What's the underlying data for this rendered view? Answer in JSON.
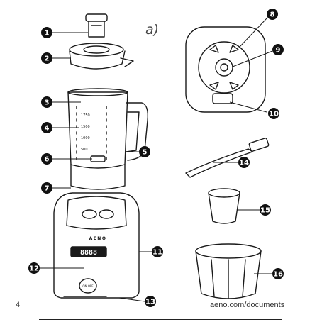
{
  "page": {
    "section_label": "a)",
    "page_number": "4",
    "url": "aeno.com/documents"
  },
  "appliance": {
    "brand": "AENO",
    "display": "8888",
    "power_button": "ON OFF"
  },
  "callouts": [
    "1",
    "2",
    "3",
    "4",
    "5",
    "6",
    "7",
    "8",
    "9",
    "10",
    "11",
    "12",
    "13",
    "14",
    "15",
    "16"
  ]
}
